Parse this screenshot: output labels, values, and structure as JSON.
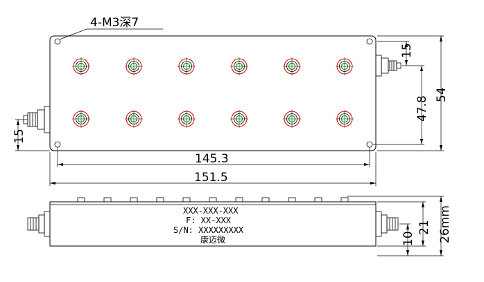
{
  "drawing": {
    "top_view": {
      "hole_note": "4-M3深7",
      "dim_width_holes": "145.3",
      "dim_width_total": "151.5",
      "dim_height_total": "54",
      "dim_height_connector": "47.8",
      "dim_connector_top_offset": "15",
      "dim_connector_left_offset": "15"
    },
    "side_view": {
      "label_model": "XXX-XXX-XXX",
      "label_freq": "F: XX-XXX",
      "label_serial": "S/N: XXXXXXXXX",
      "label_brand": "康迈微",
      "dim_height_total": "26mm",
      "dim_height_body": "21",
      "dim_connector_height": "10"
    }
  },
  "colors": {
    "line": "#000000",
    "tuning_outer": "#cc0000",
    "tuning_inner": "#00aa00",
    "background": "#ffffff"
  }
}
